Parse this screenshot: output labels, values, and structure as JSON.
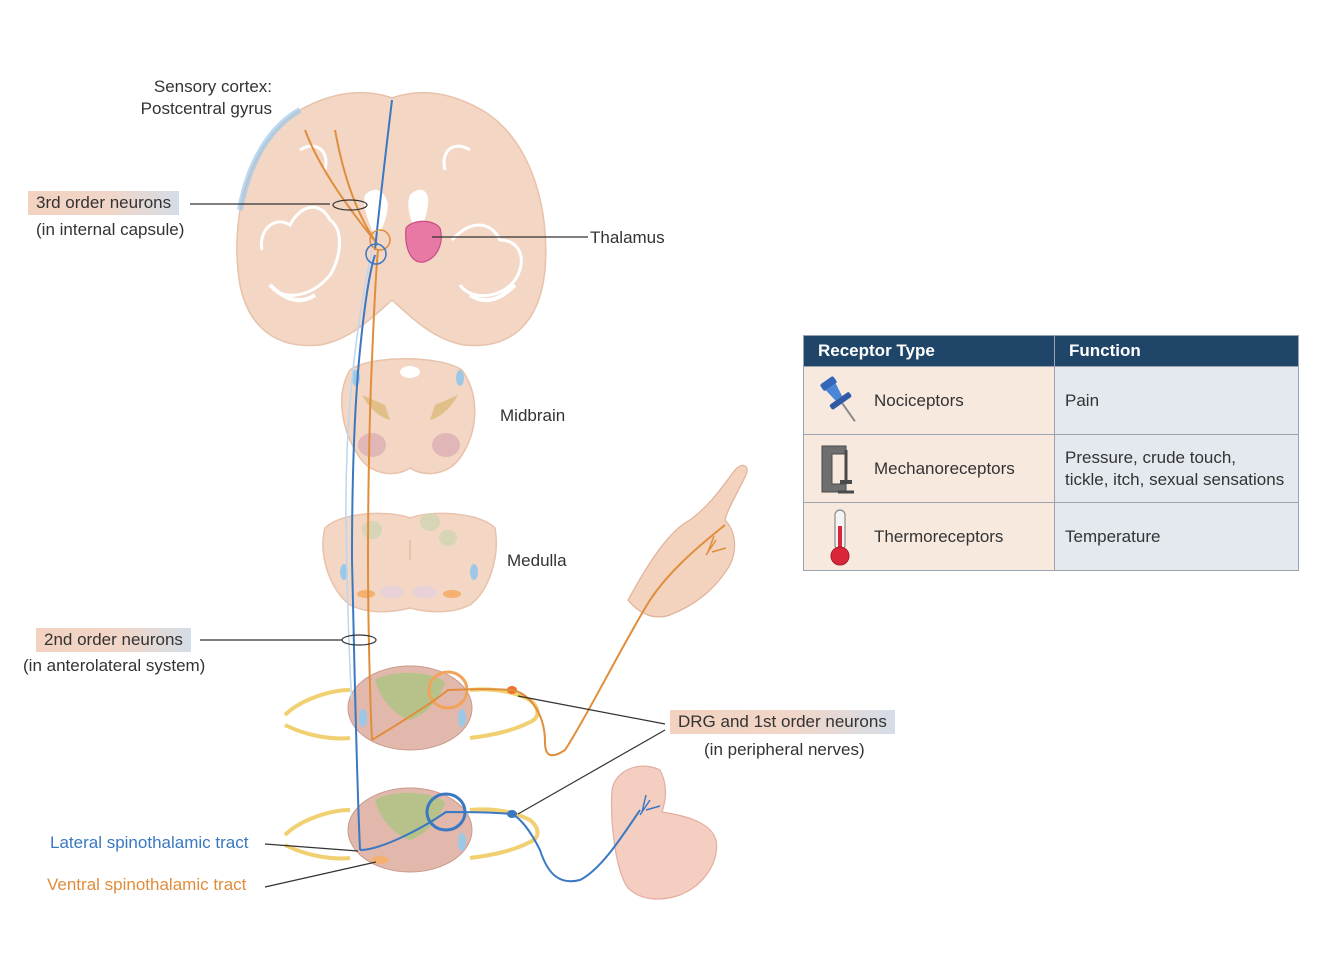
{
  "labels": {
    "sensory_cortex": "Sensory cortex:",
    "postcentral_gyrus": "Postcentral gyrus",
    "third_order": "3rd order neurons",
    "third_order_sub": "(in internal capsule)",
    "thalamus": "Thalamus",
    "midbrain": "Midbrain",
    "medulla": "Medulla",
    "second_order": "2nd order neurons",
    "second_order_sub": "(in anterolateral system)",
    "drg": "DRG and 1st order neurons",
    "drg_sub": "(in peripheral nerves)",
    "lateral_tract": "Lateral spinothalamic tract",
    "ventral_tract": "Ventral spinothalamic tract"
  },
  "table": {
    "headers": [
      "Receptor Type",
      "Function"
    ],
    "rows": [
      {
        "type": "Nociceptors",
        "icon": "pushpin-icon",
        "function_lines": [
          "Pain"
        ]
      },
      {
        "type": "Mechanoreceptors",
        "icon": "clamp-icon",
        "function_lines": [
          "Pressure, crude touch,",
          "tickle, itch, sexual sensations"
        ]
      },
      {
        "type": "Thermoreceptors",
        "icon": "thermometer-icon",
        "function_lines": [
          "Temperature"
        ]
      }
    ]
  },
  "colors": {
    "lateral_tract": "#3a78c2",
    "ventral_tract": "#e08d3c",
    "brain_tissue": "#f2d5c3",
    "thalamus": "#e06a9a",
    "nerve": "#f0d070",
    "table_header": "#1f4569"
  }
}
